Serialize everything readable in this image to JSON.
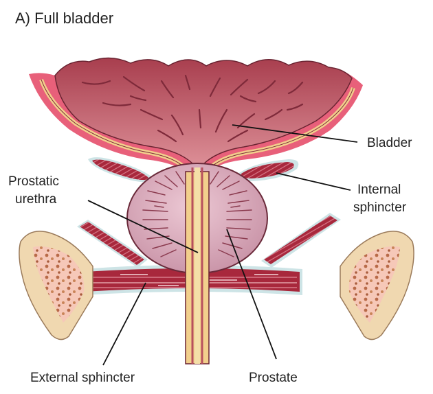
{
  "title": "A) Full bladder",
  "labels": {
    "bladder": "Bladder",
    "internal_sphincter_line1": "Internal",
    "internal_sphincter_line2": "sphincter",
    "prostatic_urethra_line1": "Prostatic",
    "prostatic_urethra_line2": "urethra",
    "external_sphincter": "External sphincter",
    "prostate": "Prostate"
  },
  "colors": {
    "bladder_wall": "#e8607a",
    "bladder_lining": "#f2cf8c",
    "bladder_lumen": "#b8505e",
    "muscle": "#a8283c",
    "muscle_sheath": "#cde4e6",
    "prostate": "#d8a8b8",
    "bone": "#f0d8b0",
    "bone_spots": "#c07a54"
  }
}
